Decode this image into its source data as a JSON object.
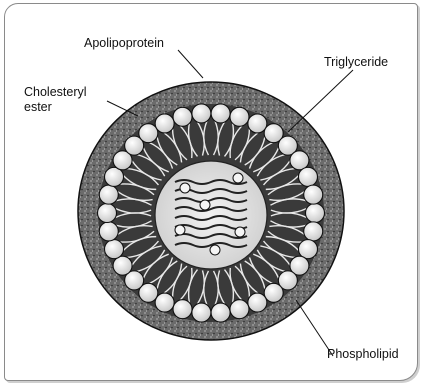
{
  "labels": {
    "apolipoprotein": "Apolipoprotein",
    "triglyceride": "Triglyceride",
    "cholesteryl_line1": "Cholesteryl",
    "cholesteryl_line2": "ester",
    "phospholipid": "Phospholipid"
  },
  "colors": {
    "ink": "#111111",
    "shell": "#5a5a5a",
    "head_fill": "#f4f4f4",
    "core": "#e6e6e6",
    "frame": "#8a8a8a"
  }
}
